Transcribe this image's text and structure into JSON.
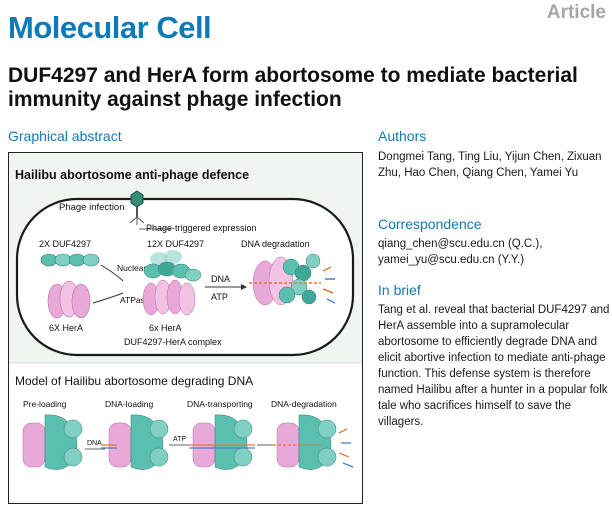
{
  "header": {
    "journal": "Molecular Cell",
    "article_type": "Article",
    "title": "DUF4297 and HerA form abortosome to mediate bacterial immunity against phage infection"
  },
  "graphical_abstract": {
    "heading": "Graphical abstract",
    "top_title": "Hailibu abortosome anti-phage defence",
    "phage_infection": "Phage infection",
    "phage_triggered": "Phage-triggered expression",
    "duf_2x": "2X DUF4297",
    "duf_12x": "12X DUF4297",
    "dna_degradation": "DNA degradation",
    "nuclease": "Nuclease",
    "atpase": "ATPase",
    "dna": "DNA",
    "atp": "ATP",
    "hera_6x_left": "6X HerA",
    "hera_6x_center": "6x HerA",
    "complex": "DUF4297-HerA complex",
    "model_title": "Model of Hailibu abortosome degrading DNA",
    "step1": "Pre-loading",
    "step2": "DNA-loading",
    "step3": "DNA-transporting",
    "step4": "DNA-degradation",
    "arrow1": "DNA",
    "arrow2": "ATP"
  },
  "authors": {
    "heading": "Authors",
    "names": "Dongmei Tang, Ting Liu, Yijun Chen, Zixuan Zhu, Hao Chen, Qiang Chen, Yamei Yu"
  },
  "correspondence": {
    "heading": "Correspondence",
    "email1": "qiang_chen@scu.edu.cn (Q.C.),",
    "email2": "yamei_yu@scu.edu.cn (Y.Y.)"
  },
  "in_brief": {
    "heading": "In brief",
    "text": "Tang et al. reveal that bacterial DUF4297 and HerA assemble into a supramolecular abortosome to efficiently degrade DNA and elicit abortive infection to mediate anti-phage function. This defense system is therefore named Hailibu after a hunter in a popular folk tale who sacrifices himself to save the villagers."
  },
  "colors": {
    "brand": "#0f7ab5",
    "teal": "#5bbfb0",
    "pink": "#e8a8d8",
    "dark_teal": "#3a8a7c"
  }
}
